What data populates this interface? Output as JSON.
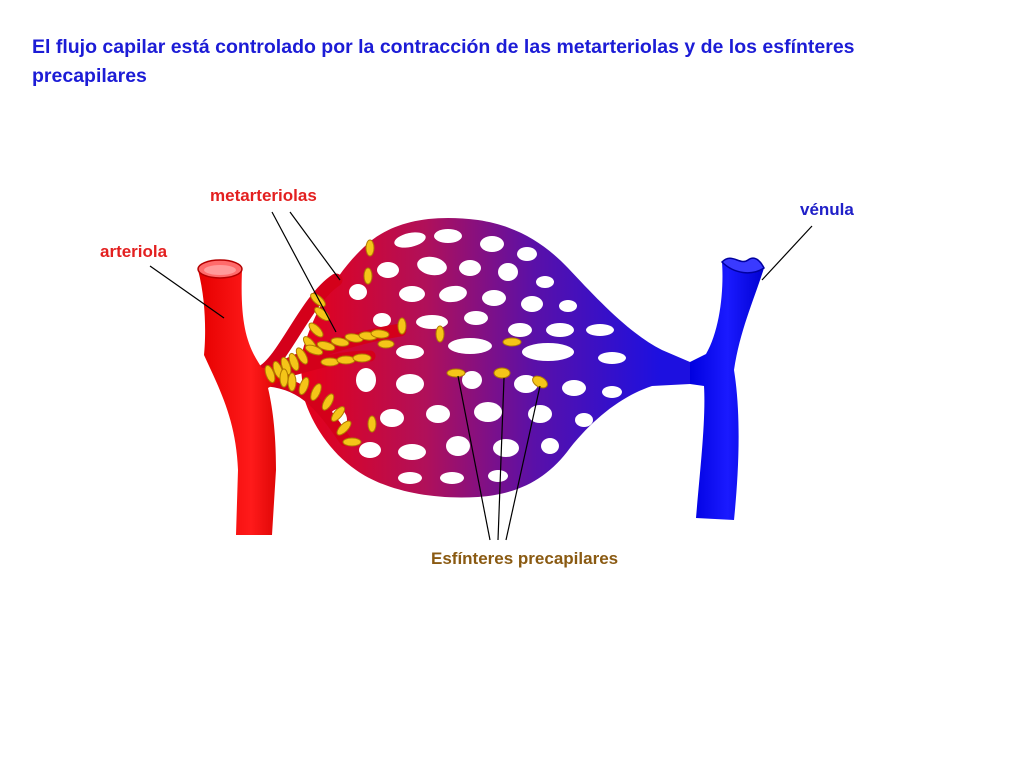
{
  "title": "El flujo capilar está controlado por la contracción de las metarteriolas y de los esfínteres precapilares",
  "labels": {
    "arteriola": "arteriola",
    "metarteriolas": "metarteriolas",
    "venula": "vénula",
    "esfinteres": "Esfínteres precapilares"
  },
  "colors": {
    "title": "#1c1cd6",
    "artery": "#e60000",
    "vein": "#0000ee",
    "sphincter": "#f5c518",
    "label_red": "#e32020",
    "label_blue": "#2020c8",
    "label_brown": "#8a5a12"
  }
}
